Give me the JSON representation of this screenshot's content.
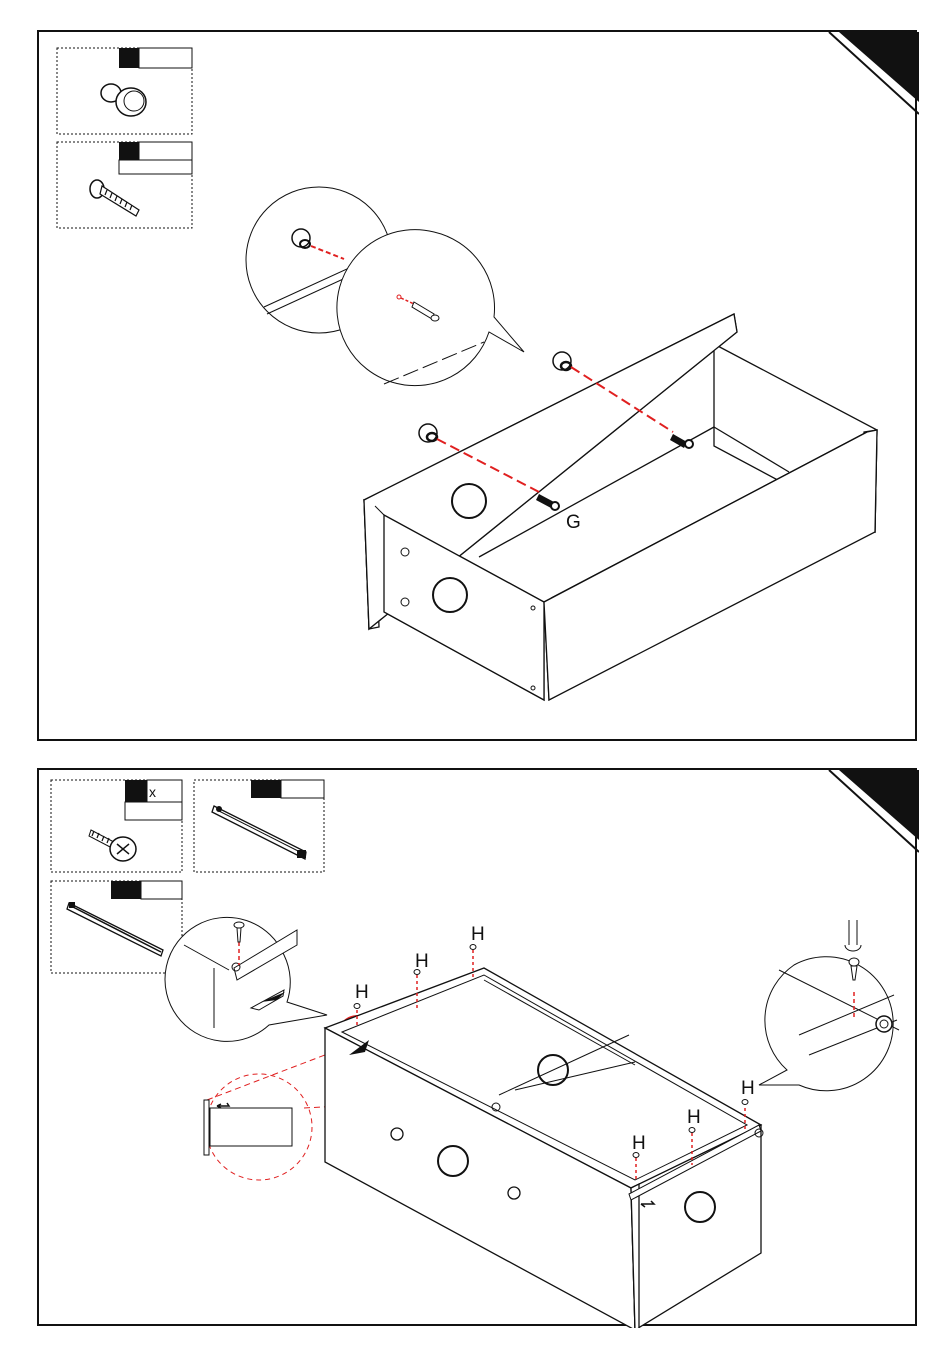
{
  "step1": {
    "screw_label": "G"
  },
  "step2": {
    "qty_mark": "x",
    "screw_labels": [
      "H",
      "H",
      "H",
      "H",
      "H",
      "H"
    ]
  },
  "colors": {
    "line": "#111111",
    "dashed_red": "#e02020",
    "fill_black": "#111111"
  }
}
